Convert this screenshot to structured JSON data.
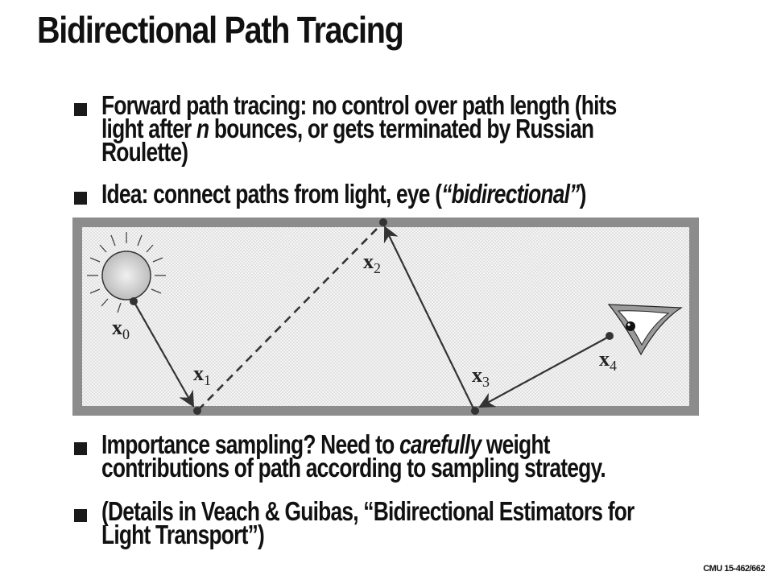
{
  "slide": {
    "title": "Bidirectional Path Tracing",
    "footer": "CMU 15-462/662"
  },
  "bullets": [
    {
      "line1": "Forward path tracing: no control over path length (hits",
      "line2a": "light after ",
      "line2i": "n",
      "line2b": " bounces, or gets terminated by Russian",
      "line3": "Roulette)"
    },
    {
      "a": "Idea: connect paths from light, eye (",
      "i": "“bidirectional”",
      "b": ")"
    },
    {
      "line1a": "Importance sampling?  Need to ",
      "line1i": "carefully",
      "line1b": " weight",
      "line2": "contributions of path according to sampling strategy."
    },
    {
      "line1": "(Details in Veach & Guibas, “Bidirectional Estimators for",
      "line2": "Light Transport”)"
    }
  ],
  "diagram": {
    "labels": {
      "x0": "x",
      "x0_sub": "0",
      "x1": "x",
      "x1_sub": "1",
      "x2": "x",
      "x2_sub": "2",
      "x3": "x",
      "x3_sub": "3",
      "x4": "x",
      "x4_sub": "4"
    },
    "icons": [
      "light-sun-icon",
      "eye-icon"
    ]
  }
}
